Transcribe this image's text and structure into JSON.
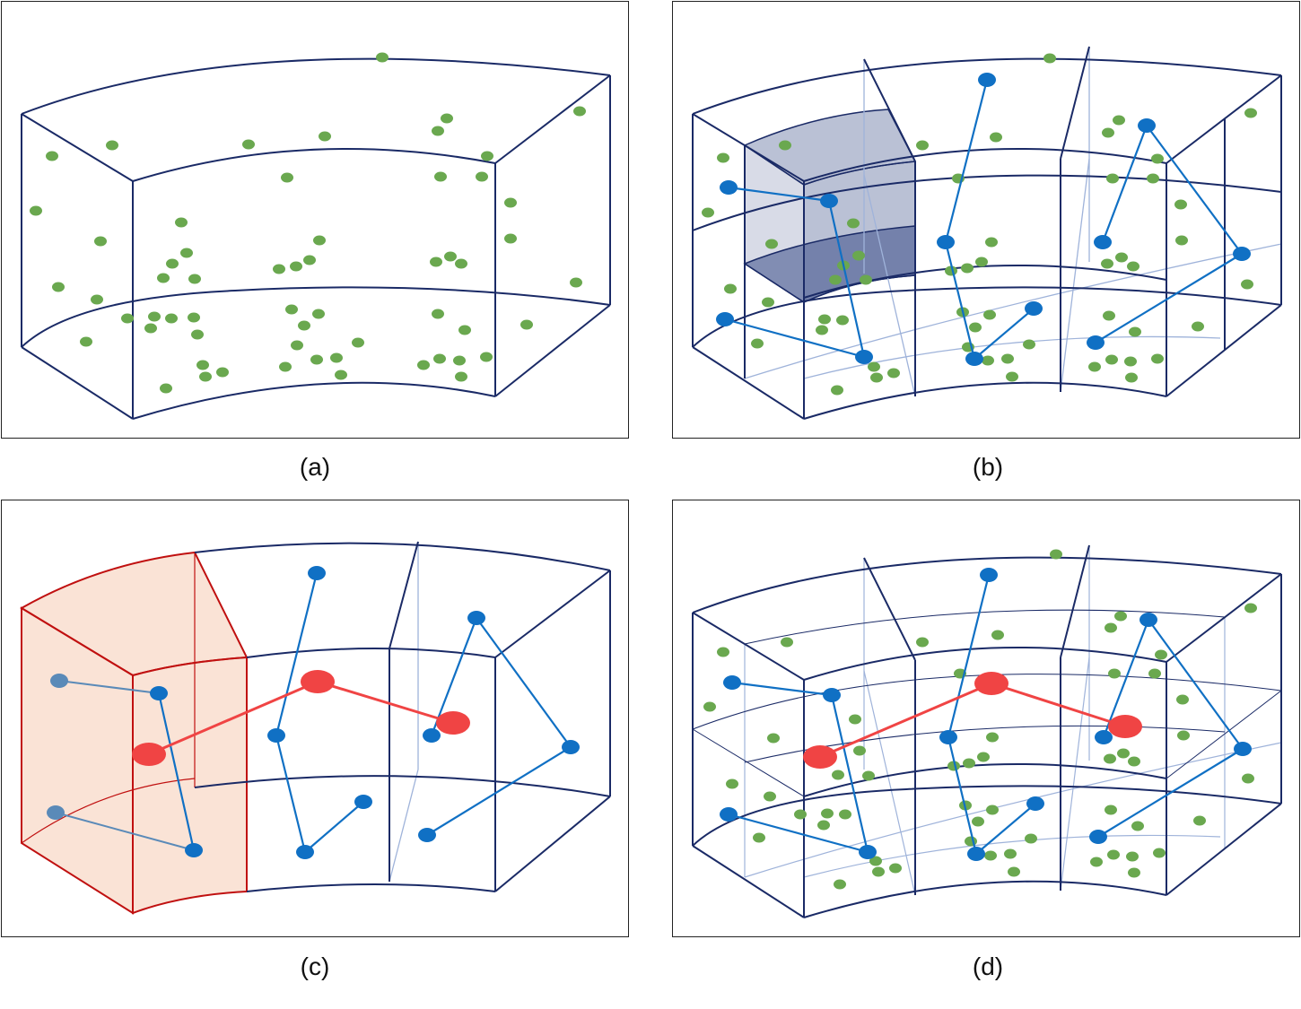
{
  "captions": {
    "a": "(a)",
    "b": "(b)",
    "c": "(c)",
    "d": "(d)"
  },
  "colors": {
    "outline": "#1a2a66",
    "grid_light": "#9fb3da",
    "green_point": "#6aa84f",
    "blue_node": "#1070c4",
    "red_node": "#f04444",
    "red_face": "#f6c7ad",
    "red_edge": "#c01010",
    "shaded_cell": "#3a4d88"
  }
}
